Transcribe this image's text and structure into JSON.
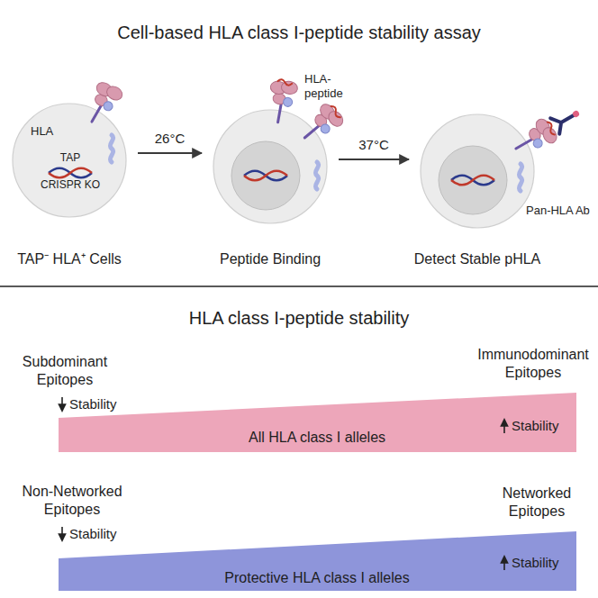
{
  "diagram": {
    "title": "Cell-based HLA class I-peptide stability assay",
    "nodes": [
      {
        "text": [
          "HLA",
          "TAP⁻ HLA⁺ Cells"
        ]
      },
      {
        "text": [
          "TAP",
          "CRISPR KO"
        ],
        "in": 0
      },
      {
        "text": [
          "HLA-peptide",
          "Peptide Binding"
        ]
      },
      {
        "text": [
          "Pan-HLA Ab",
          "Detect Stable pHLA"
        ]
      },
      {
        "text": [
          "All HLA class I alleles"
        ]
      },
      {
        "text": [
          "Protective HLA class I alleles"
        ]
      }
    ],
    "edges": [
      {
        "from": 0,
        "to": 2,
        "label": "26°C",
        "arrow": "to"
      },
      {
        "from": 2,
        "to": 3,
        "label": "37°C",
        "arrow": "to"
      }
    ],
    "labels": [
      "HLA class I-peptide stability",
      "Subdominant Epitopes",
      "Stability",
      "Immunodominant Epitopes",
      "Stability",
      "Non-Networked Epitopes",
      "Stability",
      "Networked Epitopes",
      "Stability"
    ]
  }
}
